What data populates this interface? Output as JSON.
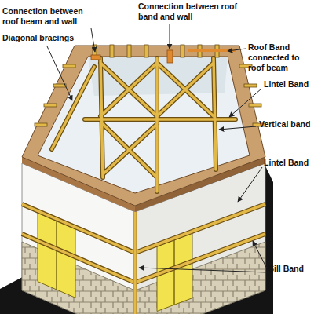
{
  "diagram": {
    "labels": [
      "Connection between roof beam and wall",
      "Diagonal bracings",
      "Connection between roof band and wall",
      "Roof Band connected to roof beam",
      "Lintel Band",
      "Vertical band",
      "Lintel Band",
      "Sill Band"
    ]
  }
}
